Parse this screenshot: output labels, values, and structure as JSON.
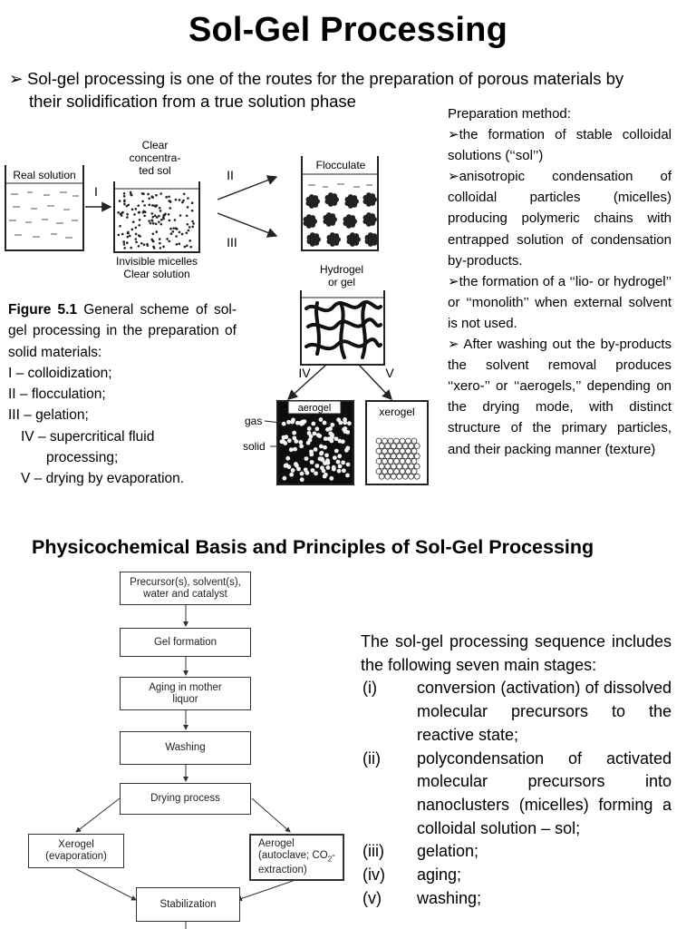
{
  "title": "Sol-Gel Processing",
  "intro": {
    "bullet": "➢",
    "line1": "Sol-gel processing is one of the routes for the preparation of porous materials by",
    "line2": "their solidification from a true solution phase"
  },
  "preparation": {
    "heading": "Preparation method:",
    "items": [
      "➢the formation of stable colloidal solutions (‘‘sol’’)",
      "➢anisotropic condensation of colloidal particles (micelles) producing polymeric chains with entrapped solution of condensation by-products.",
      "➢the formation of a ‘‘lio- or hydrogel’’ or ‘‘monolith’’ when external solvent is not used.",
      "➢ After washing out the by-products the solvent removal produces ‘‘xero-’’ or ‘‘aerogels,’’ depending on the drying mode, with distinct structure of the primary particles, and their packing manner (texture)"
    ]
  },
  "figure": {
    "label_real_solution": "Real solution",
    "label_clear_sol_1": "Clear",
    "label_clear_sol_2": "concentra-",
    "label_clear_sol_3": "ted sol",
    "label_invisible_1": "Invisible micelles",
    "label_invisible_2": "Clear solution",
    "label_flocculate": "Flocculate",
    "label_hydrogel_1": "Hydrogel",
    "label_hydrogel_2": "or gel",
    "label_aerogel": "aerogel",
    "label_xerogel": "xerogel",
    "label_gas": "gas",
    "label_solid": "solid",
    "roman_I": "I",
    "roman_II": "II",
    "roman_III": "III",
    "roman_IV": "IV",
    "roman_V": "V"
  },
  "caption": {
    "label": "Figure 5.1",
    "text": " General scheme of sol-gel processing in the preparation of solid materials:",
    "steps": [
      "I – colloidization;",
      "II – flocculation;",
      "III – gelation;",
      "IV – supercritical fluid",
      "processing;",
      "V – drying by evaporation."
    ]
  },
  "section_heading": "Physicochemical Basis and Principles of Sol-Gel Processing",
  "flowchart": {
    "precursor_1": "Precursor(s), solvent(s),",
    "precursor_2": "water and catalyst",
    "gel_formation": "Gel formation",
    "aging_1": "Aging in mother",
    "aging_2": "liquor",
    "washing": "Washing",
    "drying": "Drying process",
    "xerogel_1": "Xerogel",
    "xerogel_2": "(evaporation)",
    "aerogel_1": "Aerogel",
    "aerogel_2": "(autoclave; CO",
    "aerogel_2_sub": "2",
    "aerogel_2_end": "-",
    "aerogel_3": "extraction)",
    "stabilization": "Stabilization"
  },
  "sequence": {
    "lead": "The sol-gel processing sequence includes the following seven main stages:",
    "items": [
      {
        "num": "(i)",
        "text": "conversion (activation) of dissolved molecular precursors to the reactive state;"
      },
      {
        "num": "(ii)",
        "text": "polycondensation of activated molecular precursors into nanoclusters (micelles) forming a colloidal solution – sol;"
      },
      {
        "num": "(iii)",
        "text": "gelation;"
      },
      {
        "num": "(iv)",
        "text": "aging;"
      },
      {
        "num": "(v)",
        "text": "washing;"
      }
    ]
  }
}
